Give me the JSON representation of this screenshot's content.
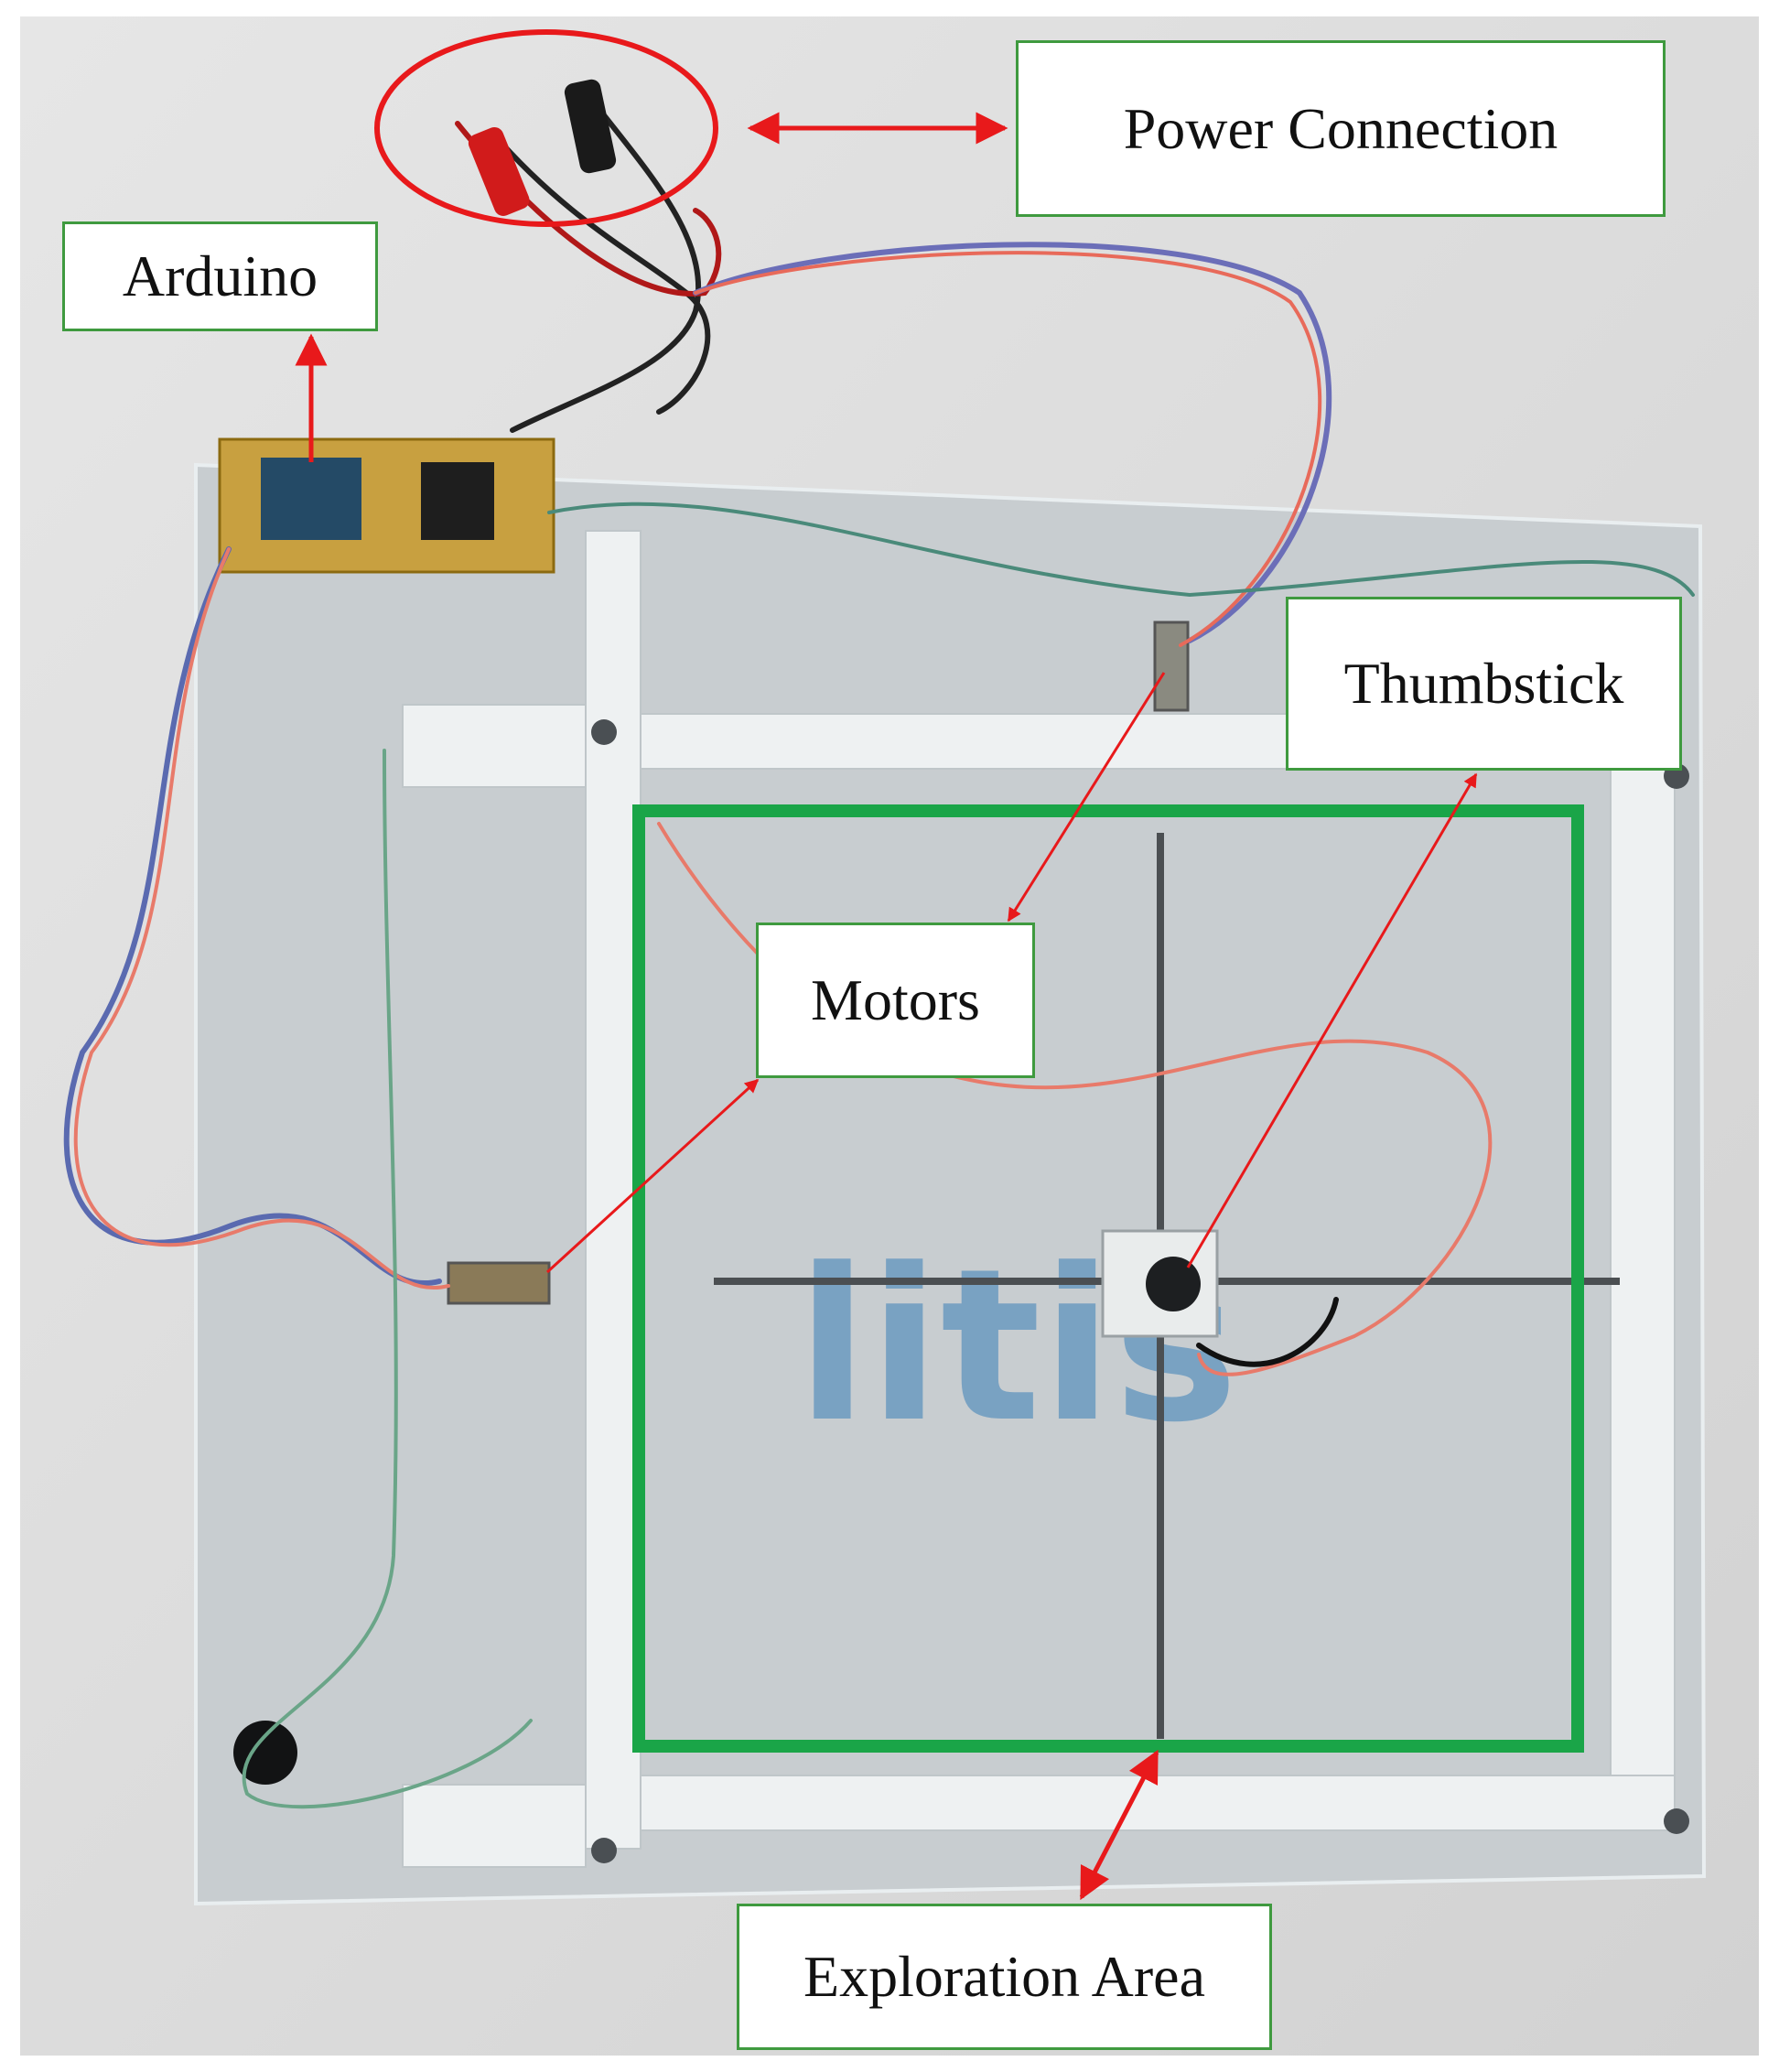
{
  "labels": {
    "power": "Power Connection",
    "arduino": "Arduino",
    "thumbstick": "Thumbstick",
    "motors": "Motors",
    "exploration": "Exploration Area"
  },
  "logo_text": "litis",
  "colors": {
    "background_wall": "#dcdcdc",
    "panel": "#c9cfd2",
    "exploration_outline": "#1aa548",
    "arrow": "#e8191b",
    "label_border": "#3f9a3f",
    "logo": "#3a7fb8"
  }
}
